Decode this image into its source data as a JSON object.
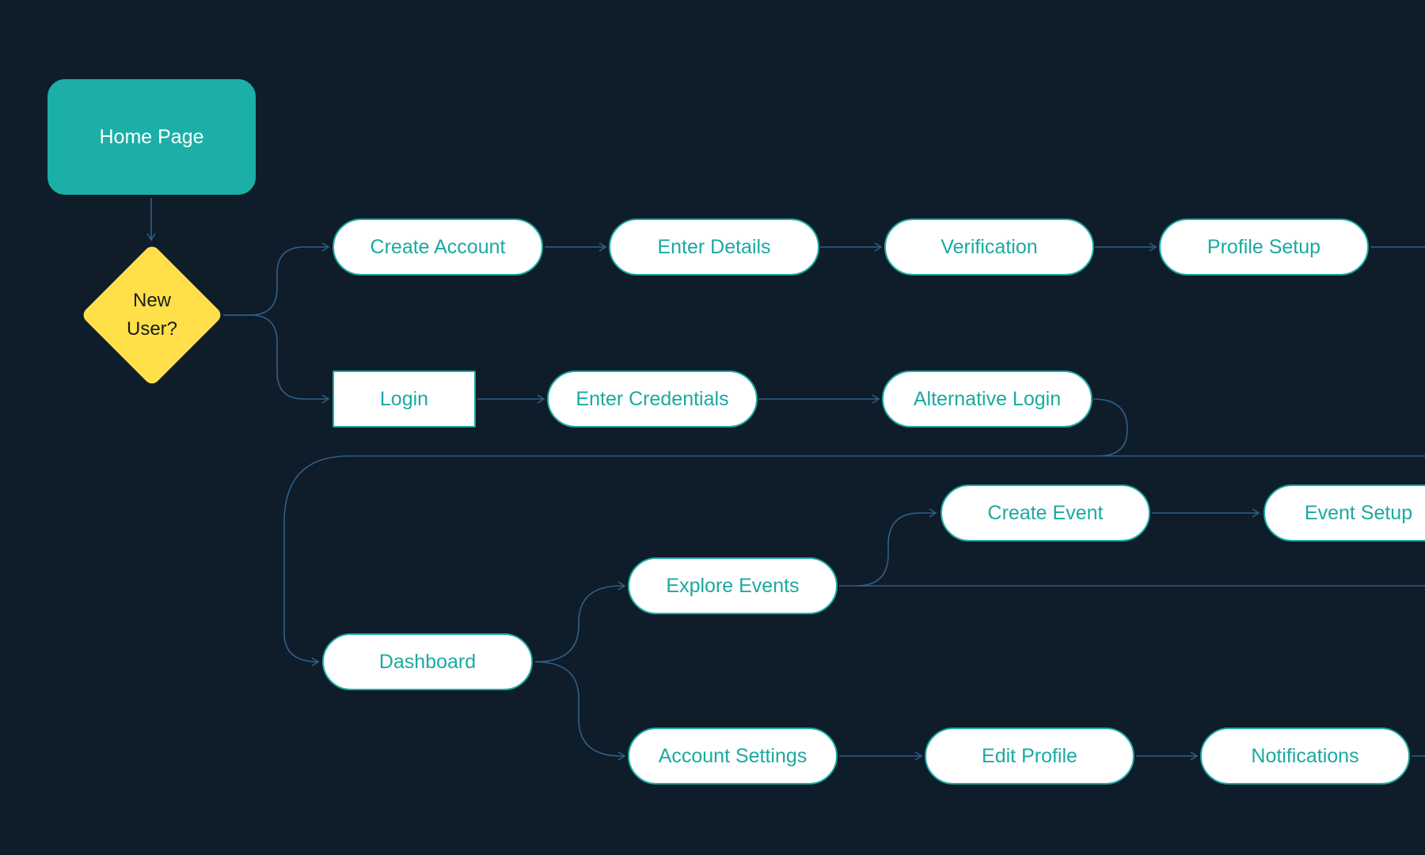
{
  "diagram": {
    "colors": {
      "background": "#0f1c2a",
      "edge": "#2f5f86",
      "node_border": "#1aaaa1",
      "node_text": "#1aaaa1",
      "home_fill": "#1bafa7",
      "decision_fill": "#ffe04a"
    },
    "nodes": {
      "home_page": "Home Page",
      "new_user": {
        "line1": "New",
        "line2": "User?"
      },
      "create_account": "Create Account",
      "enter_details": "Enter Details",
      "verification": "Verification",
      "profile_setup": "Profile Setup",
      "login": "Login",
      "enter_credentials": "Enter Credentials",
      "alternative_login": "Alternative Login",
      "dashboard": "Dashboard",
      "explore_events": "Explore Events",
      "create_event": "Create Event",
      "event_setup": "Event Setup",
      "account_settings": "Account Settings",
      "edit_profile": "Edit Profile",
      "notifications": "Notifications"
    },
    "edges": [
      {
        "from": "home_page",
        "to": "new_user"
      },
      {
        "from": "new_user",
        "to": "create_account"
      },
      {
        "from": "new_user",
        "to": "login"
      },
      {
        "from": "create_account",
        "to": "enter_details"
      },
      {
        "from": "enter_details",
        "to": "verification"
      },
      {
        "from": "verification",
        "to": "profile_setup"
      },
      {
        "from": "login",
        "to": "enter_credentials"
      },
      {
        "from": "enter_credentials",
        "to": "alternative_login"
      },
      {
        "from": "alternative_login",
        "to": "dashboard"
      },
      {
        "from": "dashboard",
        "to": "explore_events"
      },
      {
        "from": "dashboard",
        "to": "account_settings"
      },
      {
        "from": "explore_events",
        "to": "create_event"
      },
      {
        "from": "create_event",
        "to": "event_setup"
      },
      {
        "from": "account_settings",
        "to": "edit_profile"
      },
      {
        "from": "edit_profile",
        "to": "notifications"
      }
    ]
  }
}
